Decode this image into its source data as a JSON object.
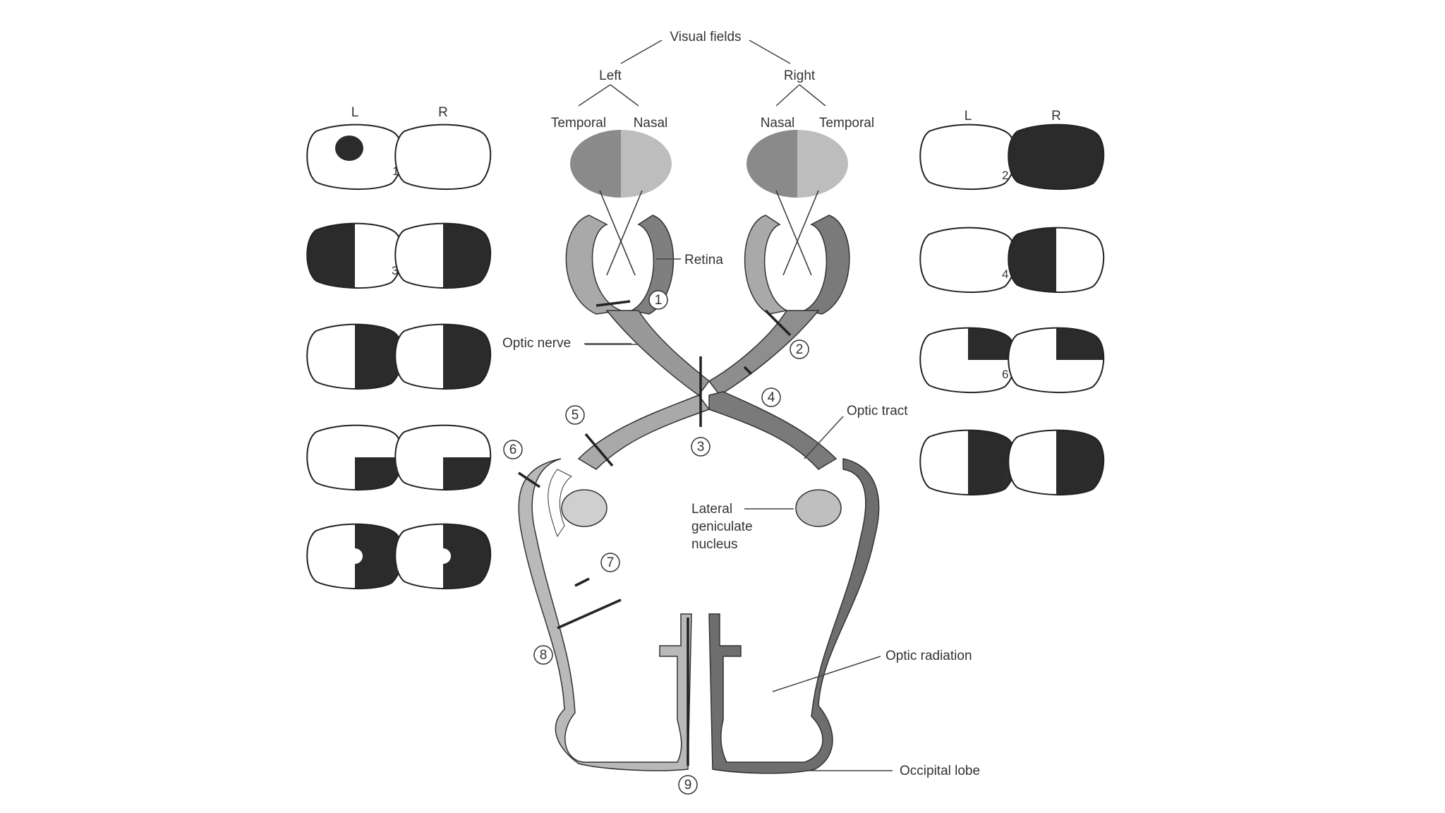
{
  "header": {
    "visual_fields": "Visual fields",
    "left": "Left",
    "right": "Right",
    "temporal_l": "Temporal",
    "nasal_l": "Nasal",
    "nasal_r": "Nasal",
    "temporal_r": "Temporal"
  },
  "field_columns": {
    "left_L": "L",
    "left_R": "R",
    "right_L": "L",
    "right_R": "R"
  },
  "labels": {
    "retina": "Retina",
    "optic_nerve": "Optic nerve",
    "optic_tract": "Optic tract",
    "lgn_1": "Lateral",
    "lgn_2": "geniculate",
    "lgn_3": "nucleus",
    "optic_radiation": "Optic radiation",
    "occipital_lobe": "Occipital lobe"
  },
  "lesions": [
    "1",
    "2",
    "3",
    "4",
    "5",
    "6",
    "7",
    "8",
    "9"
  ],
  "defect_numbers": [
    "1",
    "2",
    "3",
    "4",
    "5",
    "6",
    "7",
    "8",
    "9"
  ],
  "colors": {
    "temporal_field": "#8a8a8a",
    "nasal_field": "#bdbdbd",
    "left_pathway": "#a9a9a9",
    "right_pathway": "#7a7a7a",
    "defect": "#2b2b2b"
  }
}
